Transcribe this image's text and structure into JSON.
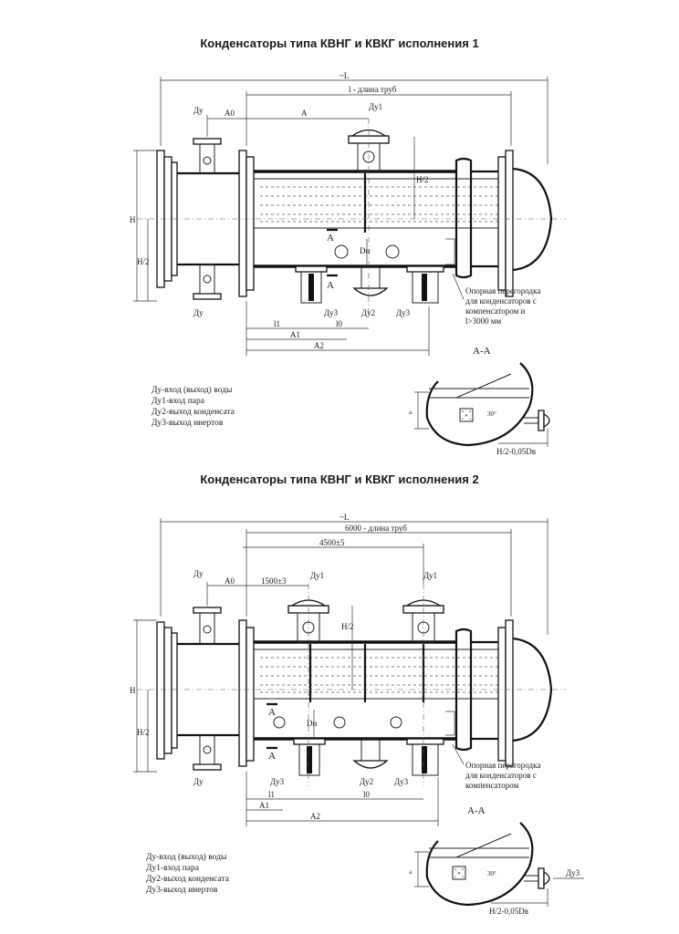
{
  "titles": {
    "variant1": "Конденсаторы типа КВНГ и КВКГ исполнения 1",
    "variant2": "Конденсаторы типа КВНГ и КВКГ исполнения 2"
  },
  "legend": [
    "Ду-вход (выход) воды",
    "Ду1-вход пара",
    "Ду2-выход конденсата",
    "Ду3-выход инертов"
  ],
  "dims": {
    "L": "~L",
    "tube_length_1": "l - длина труб",
    "tube_length_2": "6000 - длина труб",
    "d4500": "4500±5",
    "d1500": "1500±3",
    "H": "H",
    "H2": "H/2",
    "A": "A",
    "A0": "A0",
    "A1": "A1",
    "A2": "A2",
    "l1": "l1",
    "l0": "l0",
    "Dn": "Dн",
    "a": "a",
    "angle": "30°",
    "section_dim": "H/2-0,05Dв"
  },
  "labels": {
    "Du": "Ду",
    "Du1": "Ду1",
    "Du2": "Ду2",
    "Du3": "Ду3",
    "section": "А-А",
    "section_mark": "A"
  },
  "notes": {
    "partition1": [
      "Опорная перегородка",
      "для конденсаторов с",
      "компенсатором и",
      "l>3000 мм"
    ],
    "partition2": [
      "Опорная перегородка",
      "для конденсаторов с",
      "компенсатором"
    ]
  }
}
